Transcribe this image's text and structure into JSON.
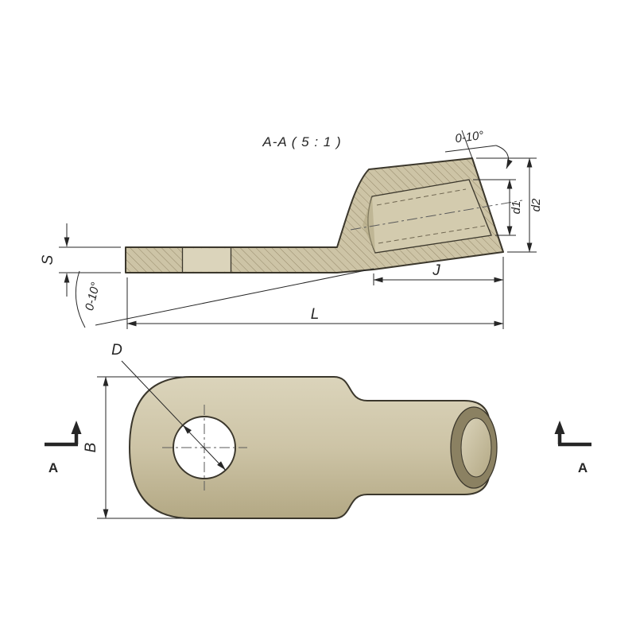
{
  "drawing": {
    "type": "technical-drawing-cable-lug",
    "title": "A-A ( 5 : 1 )",
    "labels": {
      "angle_top_right": "0-10°",
      "angle_bottom_left": "0-10°",
      "thickness": "S",
      "overall_length": "L",
      "barrel_length": "J",
      "inner_diameter": "d1",
      "outer_diameter": "d2",
      "hole_diameter": "D",
      "palm_width": "B",
      "section_left": "A",
      "section_right": "A"
    },
    "colors": {
      "background": "#ffffff",
      "body": "#cdc4a6",
      "body_light": "#dbd4bb",
      "body_dark": "#b3a884",
      "bore_face": "#d3cbae",
      "ring_dark": "#8b8162",
      "hatch_line": "#95896a",
      "outline": "#3b372c",
      "dim": "#262626",
      "centerline": "#5a5a5a",
      "hidden": "#6e6550"
    }
  }
}
